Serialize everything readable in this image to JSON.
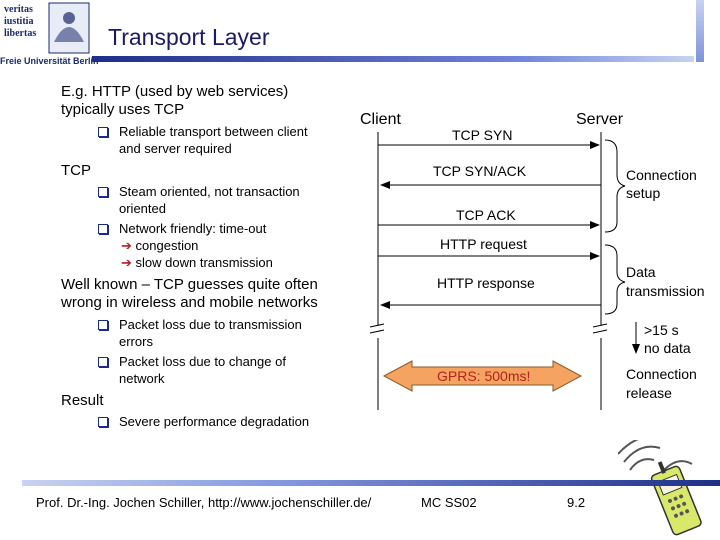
{
  "logo": {
    "lines": [
      "veritas",
      "iustitia",
      "libertas"
    ],
    "name": "Freie Universität Berlin"
  },
  "title": "Transport Layer",
  "left": {
    "intro_line1": "E.g. HTTP (used by web services)",
    "intro_line2": "typically uses TCP",
    "b1_line1": "Reliable transport between client",
    "b1_line2": "and server required",
    "tcp_heading": "TCP",
    "b2_line1": "Steam oriented, not transaction",
    "b2_line2": "oriented",
    "b3_line1": "Network friendly: time-out",
    "arrow1": "congestion",
    "arrow2": "slow down transmission",
    "wk_line1": "Well known – TCP guesses quite often",
    "wk_line2": "wrong in wireless and mobile networks",
    "b4_line1": "Packet loss due to transmission",
    "b4_line2": "errors",
    "b5_line1": "Packet loss due to change of",
    "b5_line2": "network",
    "result_heading": "Result",
    "b6_line1": "Severe performance degradation"
  },
  "diagram": {
    "client": "Client",
    "server": "Server",
    "messages": [
      "TCP SYN",
      "TCP SYN/ACK",
      "TCP ACK",
      "HTTP request",
      "HTTP response"
    ],
    "gprs": "GPRS: 500ms!",
    "connection_setup_1": "Connection",
    "connection_setup_2": "setup",
    "data_transmission_1": "Data",
    "data_transmission_2": "transmission",
    "timeout_1": ">15 s",
    "timeout_2": "no data",
    "release_1": "Connection",
    "release_2": "release"
  },
  "footer": {
    "author": "Prof. Dr.-Ing. Jochen Schiller, http://www.jochenschiller.de/",
    "course": "MC SS02",
    "page": "9.2"
  },
  "colors": {
    "title": "#1a1a6a",
    "bullet": "#1a2a8a",
    "gprs_fill": "#f4a460",
    "gprs_text": "#b22222"
  }
}
